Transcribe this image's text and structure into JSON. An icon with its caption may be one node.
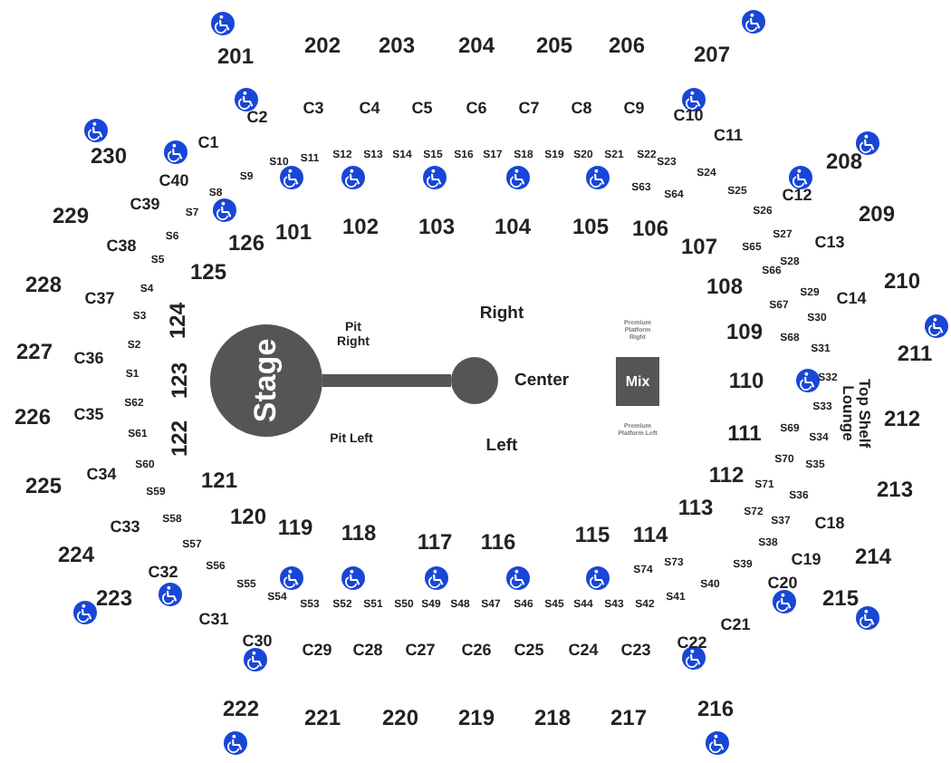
{
  "diagram": {
    "nodes": [
      {
        "text": [
          "Stage"
        ]
      },
      {
        "text": [],
        "shape": "circle"
      },
      {
        "text": [
          "Mix"
        ]
      }
    ],
    "edges": [
      {
        "from": 0,
        "to": 1,
        "arrow": "none"
      }
    ],
    "labels": [
      "201",
      "202",
      "203",
      "204",
      "205",
      "206",
      "207",
      "C2",
      "C3",
      "C4",
      "C5",
      "C6",
      "C7",
      "C8",
      "C9",
      "C10",
      "C11",
      "C1",
      "230",
      "208",
      "S10",
      "S11",
      "S12",
      "S13",
      "S14",
      "S15",
      "S16",
      "S17",
      "S18",
      "S19",
      "S20",
      "S21",
      "S22",
      "S23",
      "S24",
      "C40",
      "S9",
      "S8",
      "S63",
      "S64",
      "S25",
      "C12",
      "229",
      "C39",
      "S7",
      "S26",
      "209",
      "101",
      "102",
      "103",
      "104",
      "105",
      "106",
      "C38",
      "S6",
      "126",
      "107",
      "S65",
      "S27",
      "C13",
      "228",
      "S4",
      "S5",
      "125",
      "108",
      "S66",
      "S28",
      "S29",
      "210",
      "C37",
      "S3",
      "124",
      "Right",
      "S67",
      "S30",
      "C14",
      "227",
      "C36",
      "S2",
      "Pit Right",
      "Premium Platform Right",
      "109",
      "S68",
      "S31",
      "211",
      "S1",
      "123",
      "Center",
      "110",
      "S32",
      "226",
      "C35",
      "S62",
      "S33",
      "Top Shelf Lounge",
      "212",
      "S61",
      "122",
      "Pit Left",
      "Left",
      "Premium Platform Left",
      "111",
      "S69",
      "S34",
      "S60",
      "S70",
      "S35",
      "225",
      "C34",
      "S59",
      "121",
      "112",
      "S71",
      "S36",
      "213",
      "C33",
      "S58",
      "120",
      "119",
      "118",
      "117",
      "116",
      "115",
      "114",
      "113",
      "S72",
      "S37",
      "C18",
      "224",
      "S57",
      "S38",
      "C19",
      "214",
      "C32",
      "S56",
      "S74",
      "S73",
      "S39",
      "223",
      "S55",
      "S54",
      "S41",
      "S40",
      "C20",
      "215",
      "S53",
      "S52",
      "S51",
      "S50",
      "S49",
      "S48",
      "S47",
      "S46",
      "S45",
      "S44",
      "S43",
      "S42",
      "C31",
      "C21",
      "C30",
      "C29",
      "C28",
      "C27",
      "C26",
      "C25",
      "C24",
      "C23",
      "C22",
      "222",
      "221",
      "220",
      "219",
      "218",
      "217",
      "216"
    ]
  }
}
